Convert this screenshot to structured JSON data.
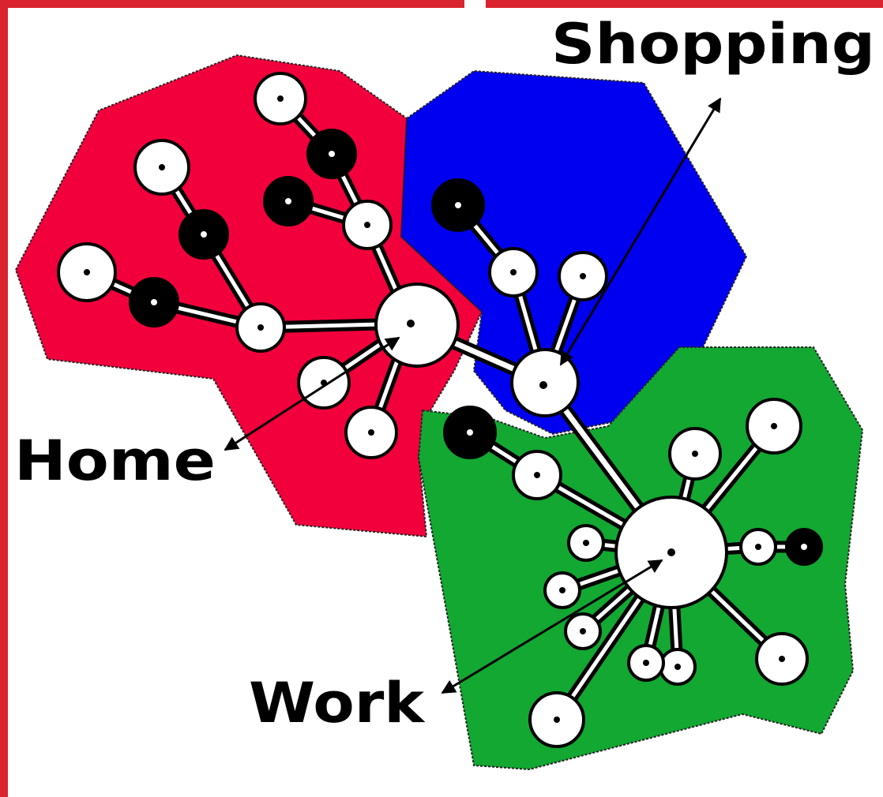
{
  "labels": {
    "shopping": "Shopping",
    "home": "Home",
    "work": "Work"
  },
  "colors": {
    "home_region": "#f2003c",
    "shopping_region": "#0000f0",
    "work_region": "#12a832",
    "frame": "#d9232f",
    "connector": "#000000",
    "node_outline": "#000000",
    "node_fill": "#ffffff"
  }
}
